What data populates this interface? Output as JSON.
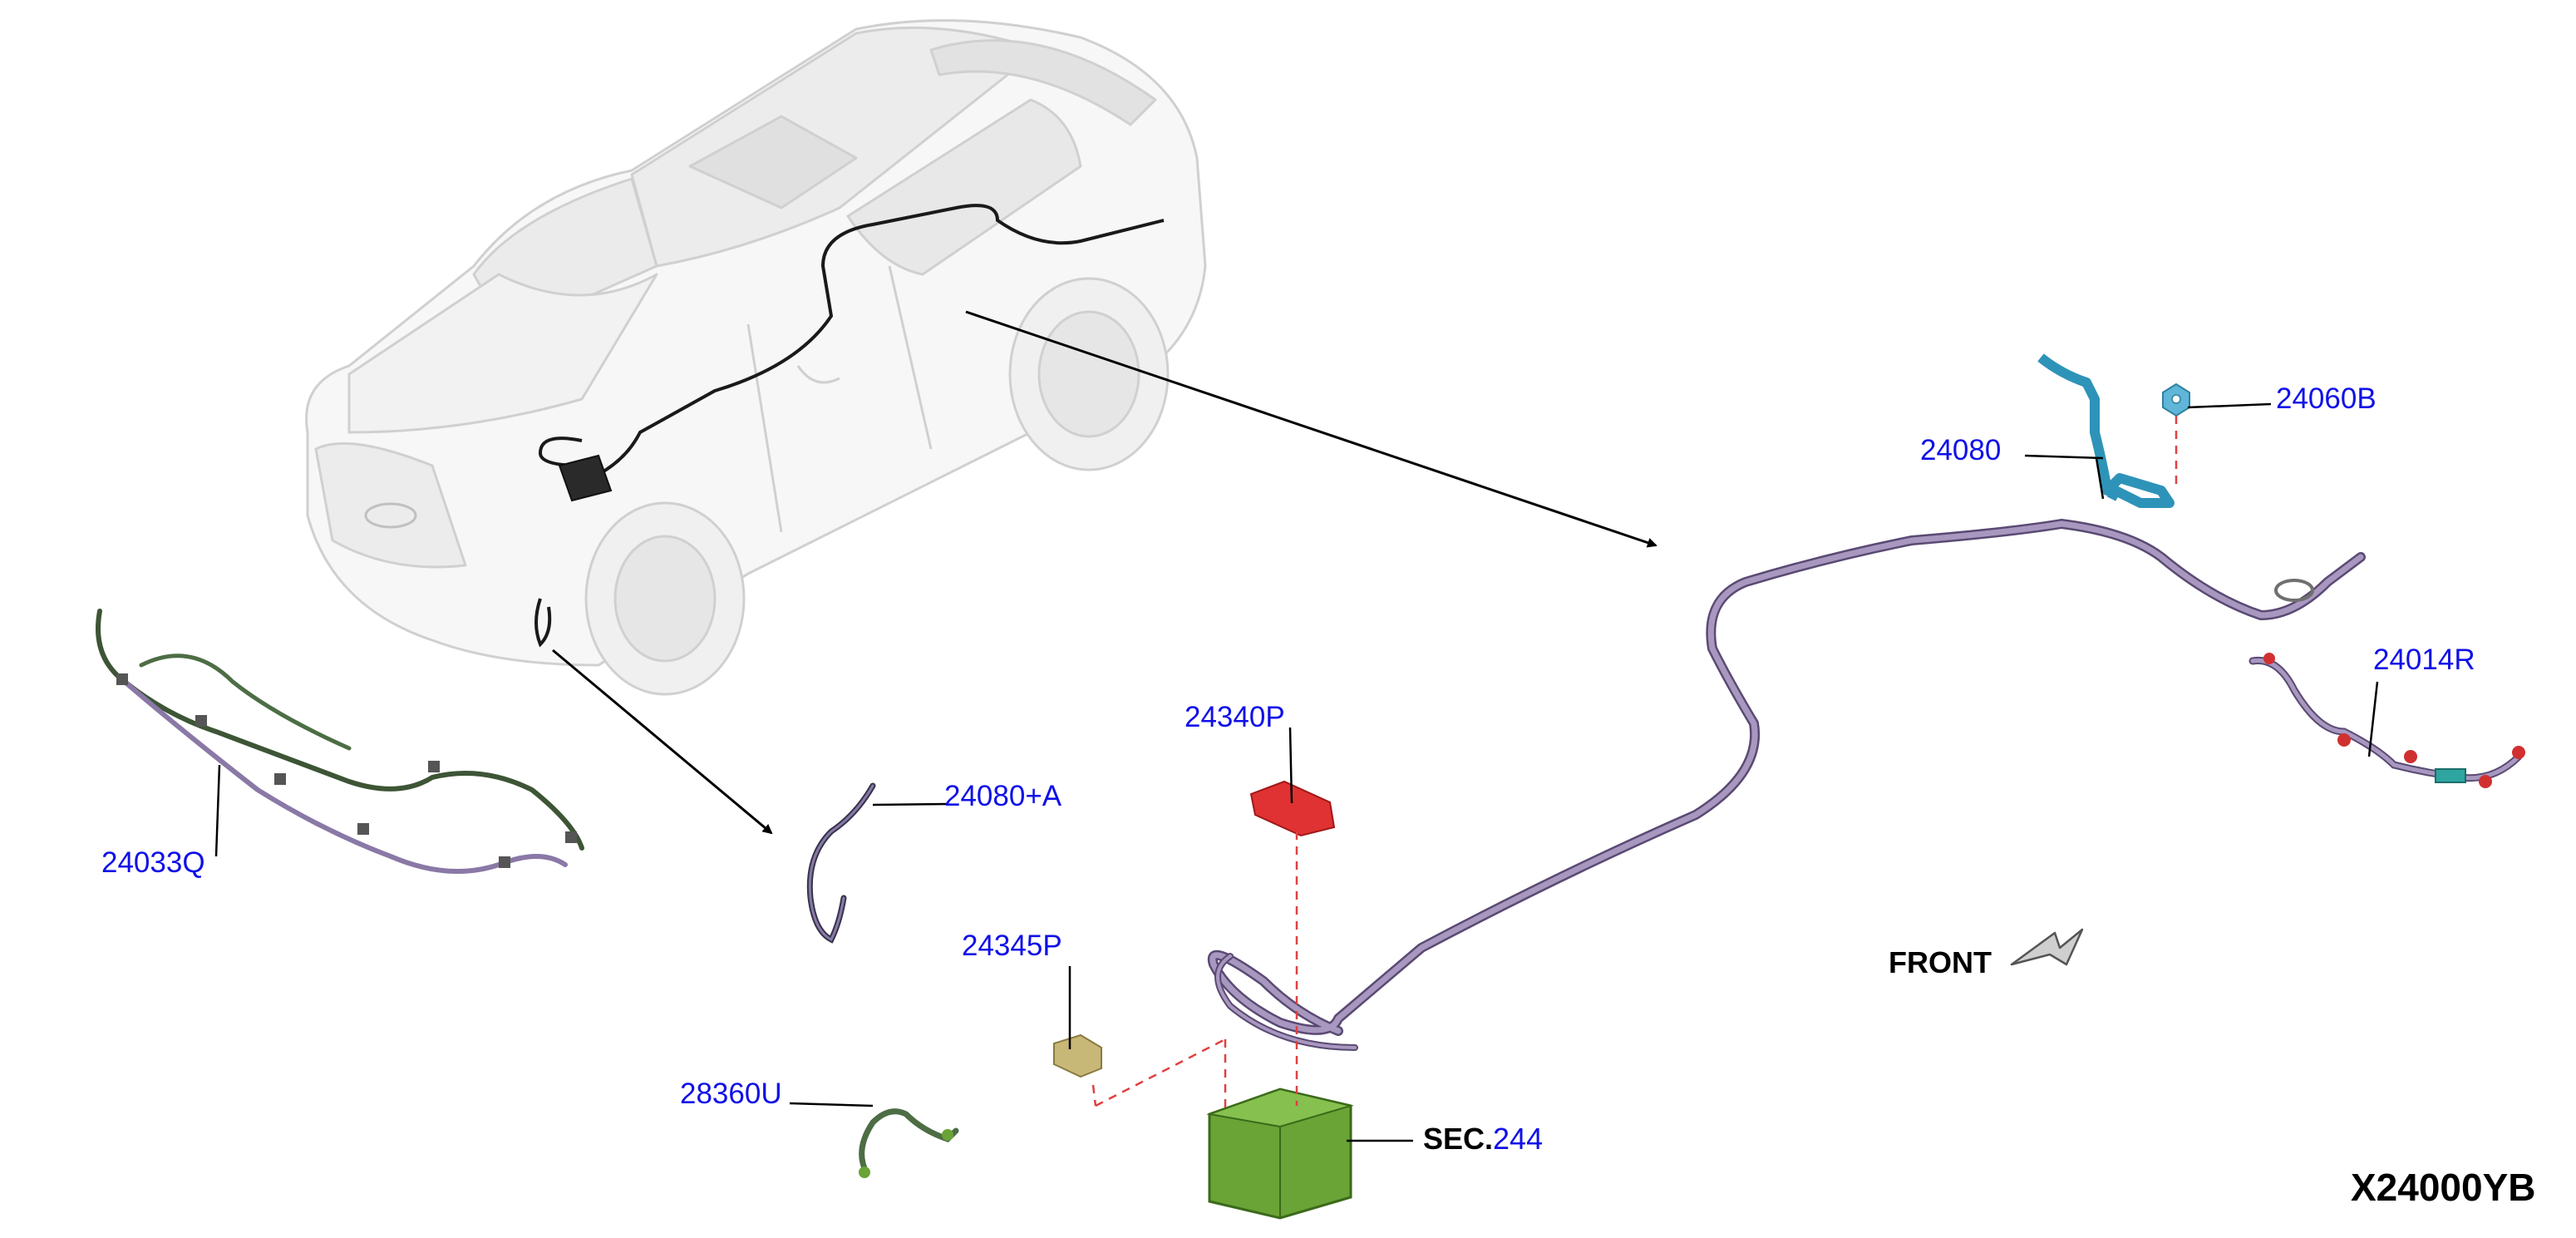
{
  "callouts": {
    "p24060B": "24060B",
    "p24080": "24080",
    "p24014R": "24014R",
    "p24340P": "24340P",
    "p24080A": "24080+A",
    "p24033Q": "24033Q",
    "p24345P": "24345P",
    "p28360U": "28360U"
  },
  "section_ref": {
    "prefix": "SEC.",
    "number": "244"
  },
  "front_label": "FRONT",
  "diagram_code": "X24000YB",
  "colors": {
    "callout_text": "#1010e8",
    "harness": "#8a78a6",
    "battery": "#6aa336",
    "ground_cable": "#2e93b8",
    "relay_bracket": "#e03232",
    "leader_dashed": "#e04040",
    "vehicle_outline": "#d4d4d4"
  }
}
